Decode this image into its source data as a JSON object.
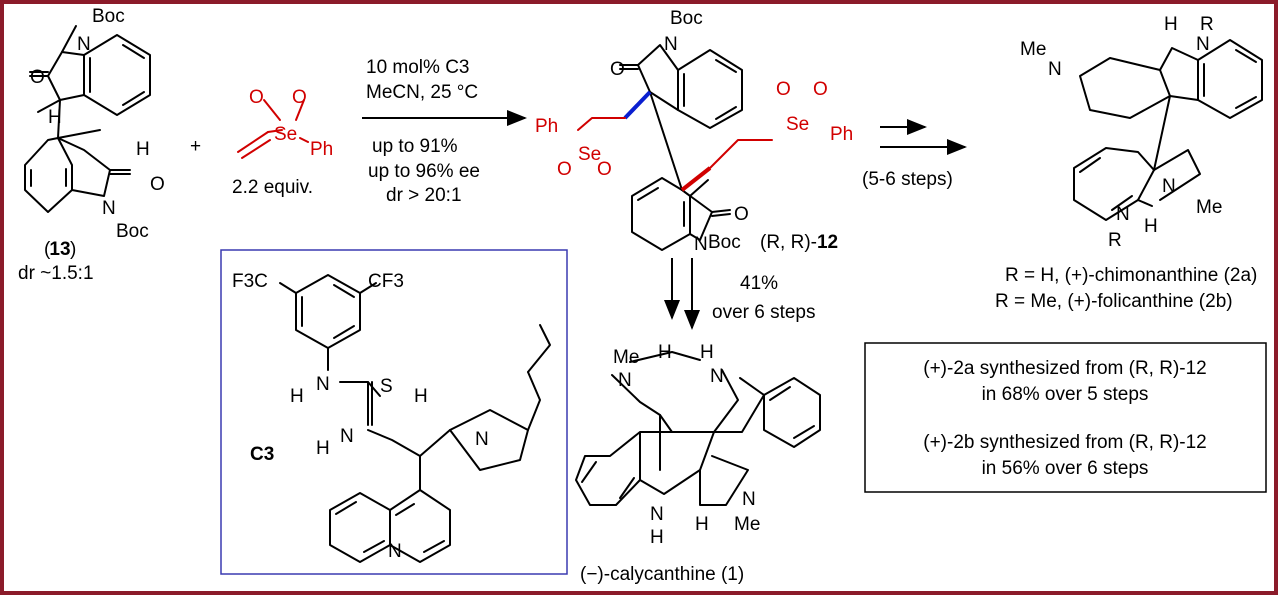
{
  "compounds": {
    "start": {
      "label": "13",
      "dr": "dr ~1.5:1"
    },
    "vinyl_selenone": {
      "atom_se": "Se",
      "atom_o": "O",
      "group_ph": "Ph",
      "equiv": "2.2 equiv."
    },
    "product": {
      "label": "12",
      "stereo": "(R, R)-"
    },
    "chimonanthine": {
      "r_line": "R = H, (+)-chimonanthine (2a)"
    },
    "folicanthine": {
      "r_line": "R = Me, (+)-folicanthine (2b)"
    },
    "calycanthine": {
      "name": "(−)-calycanthine (1)"
    }
  },
  "atoms": {
    "boc": "Boc",
    "n": "N",
    "o": "O",
    "h": "H",
    "me": "Me",
    "r": "R",
    "s": "S",
    "ph": "Ph",
    "se": "Se",
    "cf3_left": "F3C",
    "cf3_right": "CF3",
    "catalyst": "C3"
  },
  "conditions": {
    "line1": "10 mol% C3",
    "line2": "MeCN, 25 °C",
    "line3": "up to 91%",
    "line4": "up to 96% ee",
    "line5": "dr > 20:1"
  },
  "step_arrows": {
    "to_chimonanthine": "(5-6 steps)",
    "to_calycanthine_yield": "41%",
    "to_calycanthine_steps": "over 6 steps"
  },
  "plus": "+",
  "summary_box": {
    "line1": "(+)-2a synthesized from (R, R)-12",
    "line2": "in 68% over 5 steps",
    "line3": "(+)-2b synthesized from (R, R)-12",
    "line4": "in 56% over 6 steps"
  },
  "colors": {
    "frame": "#8b1b2a",
    "red": "#d10000",
    "blue": "#0000cc",
    "catalyst_box": "#3a3ab0"
  }
}
